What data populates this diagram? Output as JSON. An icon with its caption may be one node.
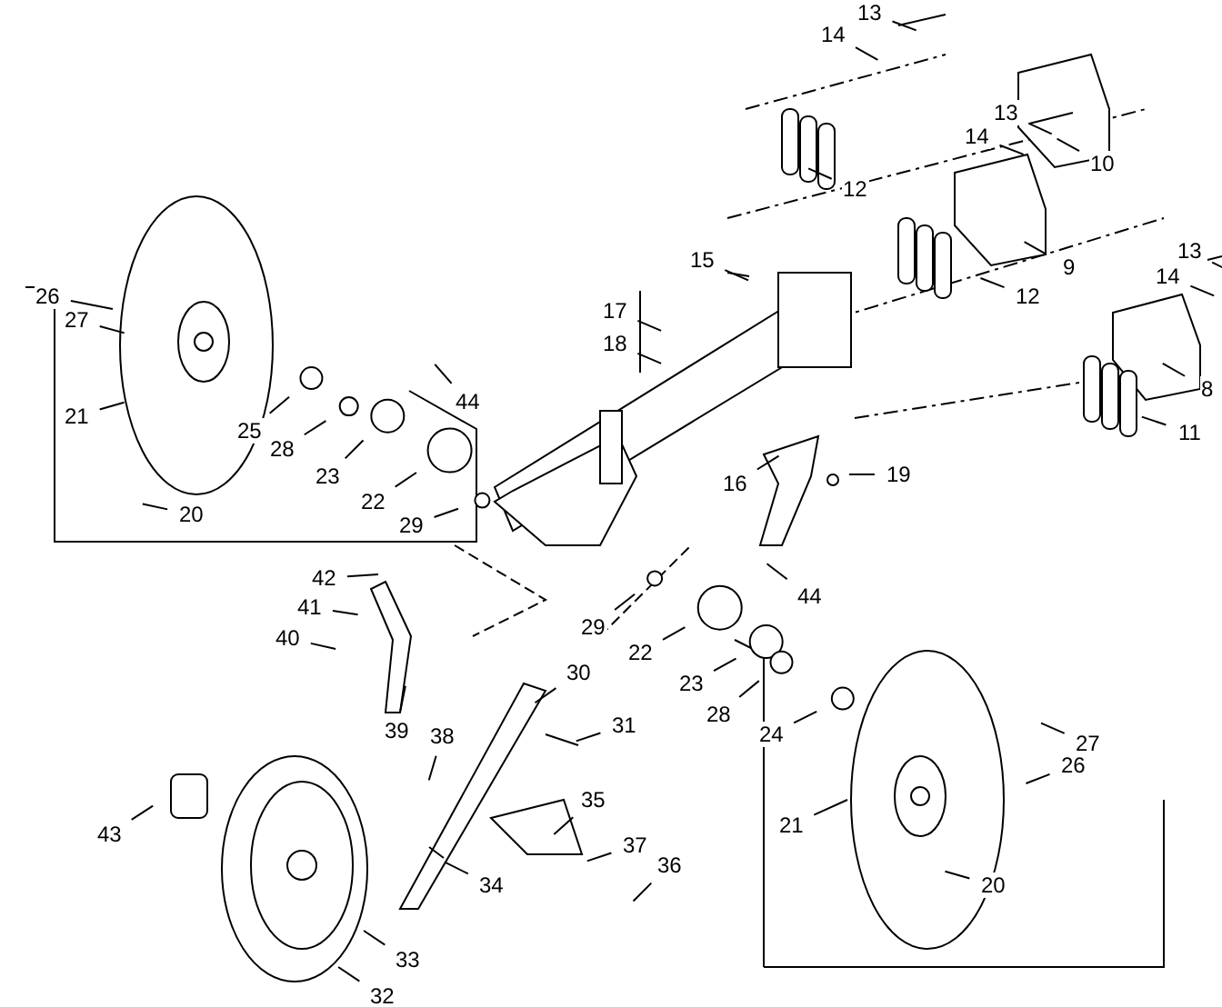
{
  "diagram": {
    "nodes": [
      {
        "text": [
          "13"
        ]
      },
      {
        "text": [
          "14"
        ]
      },
      {
        "text": [
          "13"
        ]
      },
      {
        "text": [
          "14"
        ]
      },
      {
        "text": [
          "10"
        ]
      },
      {
        "text": [
          "12"
        ]
      },
      {
        "text": [
          "15"
        ]
      },
      {
        "text": [
          "13"
        ]
      },
      {
        "text": [
          "14"
        ]
      },
      {
        "text": [
          "9"
        ]
      },
      {
        "text": [
          "12"
        ]
      },
      {
        "text": [
          "26"
        ]
      },
      {
        "text": [
          "27"
        ]
      },
      {
        "text": [
          "17"
        ]
      },
      {
        "text": [
          "18"
        ]
      },
      {
        "text": [
          "8"
        ]
      },
      {
        "text": [
          "21"
        ]
      },
      {
        "text": [
          "44"
        ]
      },
      {
        "text": [
          "11"
        ]
      },
      {
        "text": [
          "25"
        ]
      },
      {
        "text": [
          "28"
        ]
      },
      {
        "text": [
          "23"
        ]
      },
      {
        "text": [
          "22"
        ]
      },
      {
        "text": [
          "16"
        ]
      },
      {
        "text": [
          "19"
        ]
      },
      {
        "text": [
          "20"
        ]
      },
      {
        "text": [
          "29"
        ]
      },
      {
        "text": [
          "42"
        ]
      },
      {
        "text": [
          "41"
        ]
      },
      {
        "text": [
          "44"
        ]
      },
      {
        "text": [
          "40"
        ]
      },
      {
        "text": [
          "29"
        ]
      },
      {
        "text": [
          "22"
        ]
      },
      {
        "text": [
          "23"
        ]
      },
      {
        "text": [
          "30"
        ]
      },
      {
        "text": [
          "28"
        ]
      },
      {
        "text": [
          "24"
        ]
      },
      {
        "text": [
          "39"
        ]
      },
      {
        "text": [
          "38"
        ]
      },
      {
        "text": [
          "31"
        ]
      },
      {
        "text": [
          "27"
        ]
      },
      {
        "text": [
          "26"
        ]
      },
      {
        "text": [
          "35"
        ]
      },
      {
        "text": [
          "43"
        ]
      },
      {
        "text": [
          "21"
        ]
      },
      {
        "text": [
          "37"
        ]
      },
      {
        "text": [
          "36"
        ]
      },
      {
        "text": [
          "34"
        ]
      },
      {
        "text": [
          "20"
        ]
      },
      {
        "text": [
          "33"
        ]
      },
      {
        "text": [
          "32"
        ]
      }
    ],
    "edges": [
      {
        "from": 0,
        "to": null,
        "arrow": "none"
      },
      {
        "from": 1,
        "to": null,
        "arrow": "none"
      },
      {
        "from": 2,
        "to": null,
        "arrow": "none"
      },
      {
        "from": 3,
        "to": null,
        "arrow": "none"
      },
      {
        "from": 4,
        "to": null,
        "arrow": "none"
      },
      {
        "from": 5,
        "to": null,
        "arrow": "none"
      },
      {
        "from": 6,
        "to": null,
        "arrow": "none"
      },
      {
        "from": 7,
        "to": null,
        "arrow": "none"
      },
      {
        "from": 8,
        "to": null,
        "arrow": "none"
      },
      {
        "from": 9,
        "to": null,
        "arrow": "none"
      },
      {
        "from": 10,
        "to": null,
        "arrow": "none"
      },
      {
        "from": 11,
        "to": null,
        "arrow": "none"
      },
      {
        "from": 12,
        "to": null,
        "arrow": "none"
      },
      {
        "from": 13,
        "to": null,
        "arrow": "none"
      },
      {
        "from": 14,
        "to": null,
        "arrow": "none"
      },
      {
        "from": 15,
        "to": null,
        "arrow": "none"
      },
      {
        "from": 16,
        "to": null,
        "arrow": "none"
      },
      {
        "from": 17,
        "to": null,
        "arrow": "none"
      },
      {
        "from": 18,
        "to": null,
        "arrow": "none"
      },
      {
        "from": 19,
        "to": null,
        "arrow": "none"
      },
      {
        "from": 20,
        "to": null,
        "arrow": "none"
      },
      {
        "from": 21,
        "to": null,
        "arrow": "none"
      },
      {
        "from": 22,
        "to": null,
        "arrow": "none"
      },
      {
        "from": 23,
        "to": null,
        "arrow": "none"
      },
      {
        "from": 24,
        "to": null,
        "arrow": "none"
      },
      {
        "from": 25,
        "to": null,
        "arrow": "none"
      },
      {
        "from": 26,
        "to": null,
        "arrow": "none"
      },
      {
        "from": 27,
        "to": null,
        "arrow": "none"
      },
      {
        "from": 28,
        "to": null,
        "arrow": "none"
      },
      {
        "from": 29,
        "to": null,
        "arrow": "none"
      },
      {
        "from": 30,
        "to": null,
        "arrow": "none"
      },
      {
        "from": 31,
        "to": null,
        "arrow": "none"
      },
      {
        "from": 32,
        "to": null,
        "arrow": "none"
      },
      {
        "from": 33,
        "to": null,
        "arrow": "none"
      },
      {
        "from": 34,
        "to": null,
        "arrow": "none"
      },
      {
        "from": 35,
        "to": null,
        "arrow": "none"
      },
      {
        "from": 36,
        "to": null,
        "arrow": "none"
      },
      {
        "from": 37,
        "to": null,
        "arrow": "none"
      },
      {
        "from": 38,
        "to": null,
        "arrow": "none"
      },
      {
        "from": 39,
        "to": null,
        "arrow": "none"
      },
      {
        "from": 40,
        "to": null,
        "arrow": "none"
      },
      {
        "from": 41,
        "to": null,
        "arrow": "none"
      },
      {
        "from": 42,
        "to": null,
        "arrow": "none"
      },
      {
        "from": 43,
        "to": null,
        "arrow": "none"
      },
      {
        "from": 44,
        "to": null,
        "arrow": "none"
      },
      {
        "from": 45,
        "to": null,
        "arrow": "none"
      },
      {
        "from": 46,
        "to": null,
        "arrow": "none"
      },
      {
        "from": 47,
        "to": null,
        "arrow": "none"
      },
      {
        "from": 48,
        "to": null,
        "arrow": "none"
      },
      {
        "from": 49,
        "to": null,
        "arrow": "none"
      },
      {
        "from": 50,
        "to": null,
        "arrow": "none"
      }
    ]
  }
}
